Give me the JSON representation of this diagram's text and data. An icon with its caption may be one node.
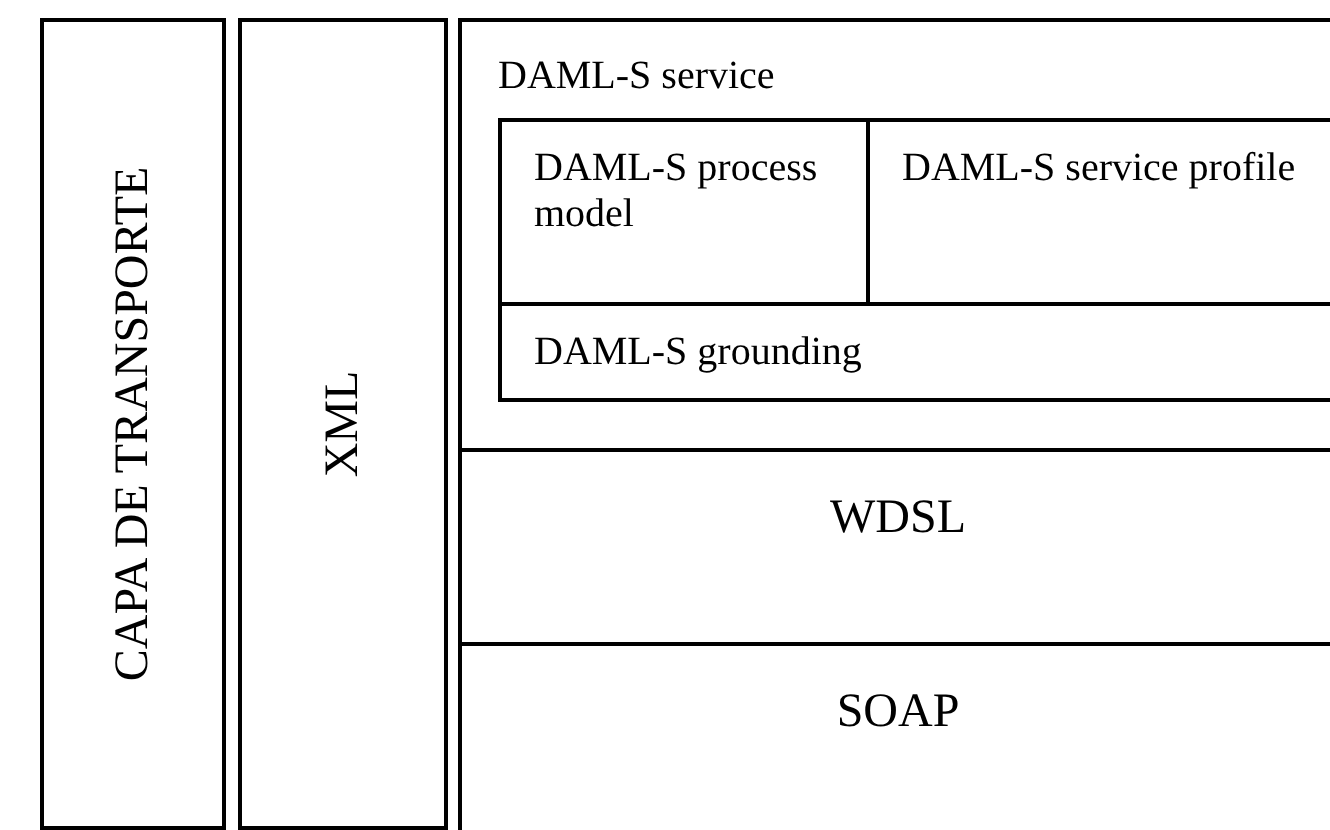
{
  "diagram": {
    "nodes": [
      {
        "text": [
          "CAPA DE TRANSPORTE"
        ]
      },
      {
        "text": [
          "XML"
        ]
      },
      {
        "text": [
          "DAML-S service"
        ]
      },
      {
        "text": [
          "DAML-S process model"
        ],
        "in": 2
      },
      {
        "text": [
          "DAML-S service profile"
        ],
        "in": 2
      },
      {
        "text": [
          "DAML-S grounding"
        ],
        "in": 2
      },
      {
        "text": [
          "WDSL"
        ]
      },
      {
        "text": [
          "SOAP"
        ]
      }
    ]
  }
}
